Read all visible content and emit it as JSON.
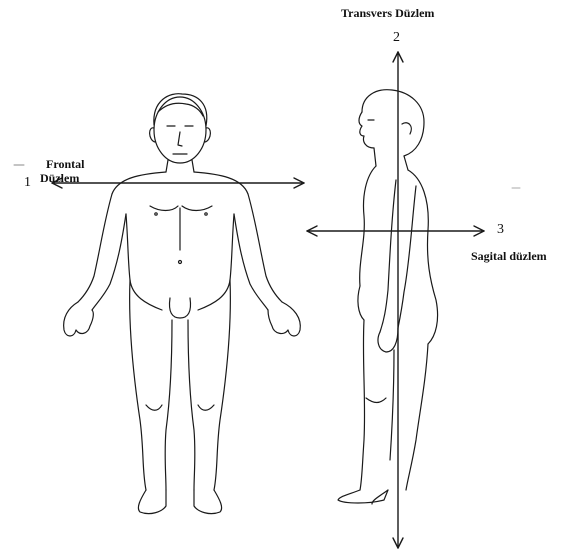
{
  "labels": {
    "transverse_title": "Transvers Düzlem",
    "transverse_number": "2",
    "frontal_line1": "Frontal",
    "frontal_line2": "Düzlem",
    "frontal_number": "1",
    "sagittal_number": "3",
    "sagittal_title": "Sagital düzlem"
  },
  "colors": {
    "line": "#1a1a1a",
    "background": "#ffffff"
  },
  "figures": [
    "front-view-human-figure",
    "side-view-human-figure"
  ]
}
